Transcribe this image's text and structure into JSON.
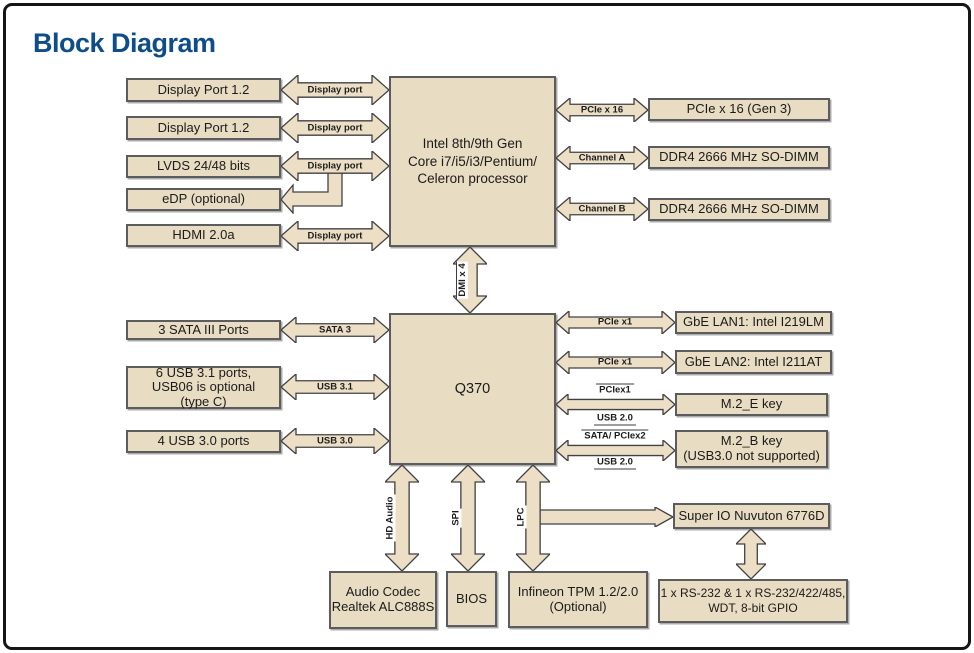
{
  "title": "Block Diagram",
  "palette": {
    "title_blue": "#0f4d8a",
    "box_fill": "#e8dcc2",
    "arrow_fill": "#ecdfc6",
    "border_gray": "#5c5c5e"
  },
  "nodes": {
    "dp1": "Display Port 1.2",
    "dp2": "Display Port 1.2",
    "lvds": "LVDS 24/48 bits",
    "edp": "eDP (optional)",
    "hdmi": "HDMI 2.0a",
    "cpu": "Intel 8th/9th Gen\nCore i7/i5/i3/Pentium/\nCeleron processor",
    "pcie16": "PCIe x 16 (Gen 3)",
    "dimm_a": "DDR4 2666 MHz SO-DIMM",
    "dimm_b": "DDR4 2666 MHz SO-DIMM",
    "sata": "3 SATA III Ports",
    "usb31": "6 USB 3.1 ports,\nUSB06 is optional\n(type C)",
    "usb30": "4 USB 3.0 ports",
    "pch": "Q370",
    "lan1": "GbE LAN1: Intel I219LM",
    "lan2": "GbE LAN2: Intel I211AT",
    "m2e": "M.2_E key",
    "m2b": "M.2_B key\n(USB3.0 not supported)",
    "superio": "Super IO Nuvuton 6776D",
    "audio": "Audio Codec\nRealtek ALC888S",
    "bios": "BIOS",
    "tpm": "Infineon TPM 1.2/2.0\n(Optional)",
    "serial": "1 x RS-232 & 1 x RS-232/422/485,\nWDT, 8-bit GPIO"
  },
  "bus": {
    "dp1": "Display port",
    "dp2": "Display port",
    "lvds": "Display port",
    "hdmi": "Display port",
    "pcie16": "PCIe x 16",
    "cha": "Channel A",
    "chb": "Channel B",
    "dmi": "DMI x 4",
    "sata": "SATA 3",
    "usb31": "USB 3.1",
    "usb30": "USB 3.0",
    "pcie1a": "PCIe x1",
    "pcie1b": "PCIe x1",
    "m2e_top": "PCIex1",
    "m2e_bot": "USB 2.0",
    "m2b_top": "SATA/ PCIex2",
    "m2b_bot": "USB 2.0",
    "hda": "HD Audio",
    "spi": "SPI",
    "lpc": "LPC"
  }
}
